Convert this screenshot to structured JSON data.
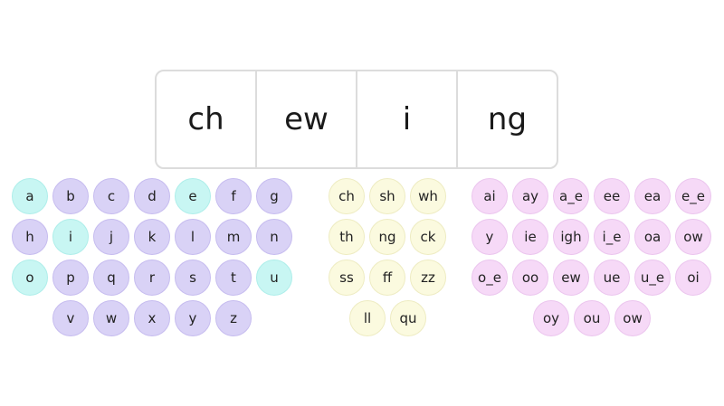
{
  "word": {
    "graphemes": [
      "ch",
      "ew",
      "i",
      "ng"
    ]
  },
  "palette": {
    "consonant": "#d9d2f6",
    "vowel": "#c8f6f3",
    "digraph": "#fbfadf",
    "vowel_team": "#f6d9f7"
  },
  "alphabet_tiles": [
    {
      "label": "a",
      "kind": "vowel"
    },
    {
      "label": "b",
      "kind": "consonant"
    },
    {
      "label": "c",
      "kind": "consonant"
    },
    {
      "label": "d",
      "kind": "consonant"
    },
    {
      "label": "e",
      "kind": "vowel"
    },
    {
      "label": "f",
      "kind": "consonant"
    },
    {
      "label": "g",
      "kind": "consonant"
    },
    {
      "label": "h",
      "kind": "consonant"
    },
    {
      "label": "i",
      "kind": "vowel"
    },
    {
      "label": "j",
      "kind": "consonant"
    },
    {
      "label": "k",
      "kind": "consonant"
    },
    {
      "label": "l",
      "kind": "consonant"
    },
    {
      "label": "m",
      "kind": "consonant"
    },
    {
      "label": "n",
      "kind": "consonant"
    },
    {
      "label": "o",
      "kind": "vowel"
    },
    {
      "label": "p",
      "kind": "consonant"
    },
    {
      "label": "q",
      "kind": "consonant"
    },
    {
      "label": "r",
      "kind": "consonant"
    },
    {
      "label": "s",
      "kind": "consonant"
    },
    {
      "label": "t",
      "kind": "consonant"
    },
    {
      "label": "u",
      "kind": "vowel"
    },
    {
      "label": "v",
      "kind": "consonant"
    },
    {
      "label": "w",
      "kind": "consonant"
    },
    {
      "label": "x",
      "kind": "consonant"
    },
    {
      "label": "y",
      "kind": "consonant"
    },
    {
      "label": "z",
      "kind": "consonant"
    }
  ],
  "digraph_tiles": [
    "ch",
    "sh",
    "wh",
    "th",
    "ng",
    "ck",
    "ss",
    "ff",
    "zz",
    "ll",
    "qu"
  ],
  "vowel_team_tiles": [
    "ai",
    "ay",
    "a_e",
    "ee",
    "ea",
    "e_e",
    "y",
    "ie",
    "igh",
    "i_e",
    "oa",
    "ow",
    "o_e",
    "oo",
    "ew",
    "ue",
    "u_e",
    "oi",
    "oy",
    "ou",
    "ow"
  ]
}
